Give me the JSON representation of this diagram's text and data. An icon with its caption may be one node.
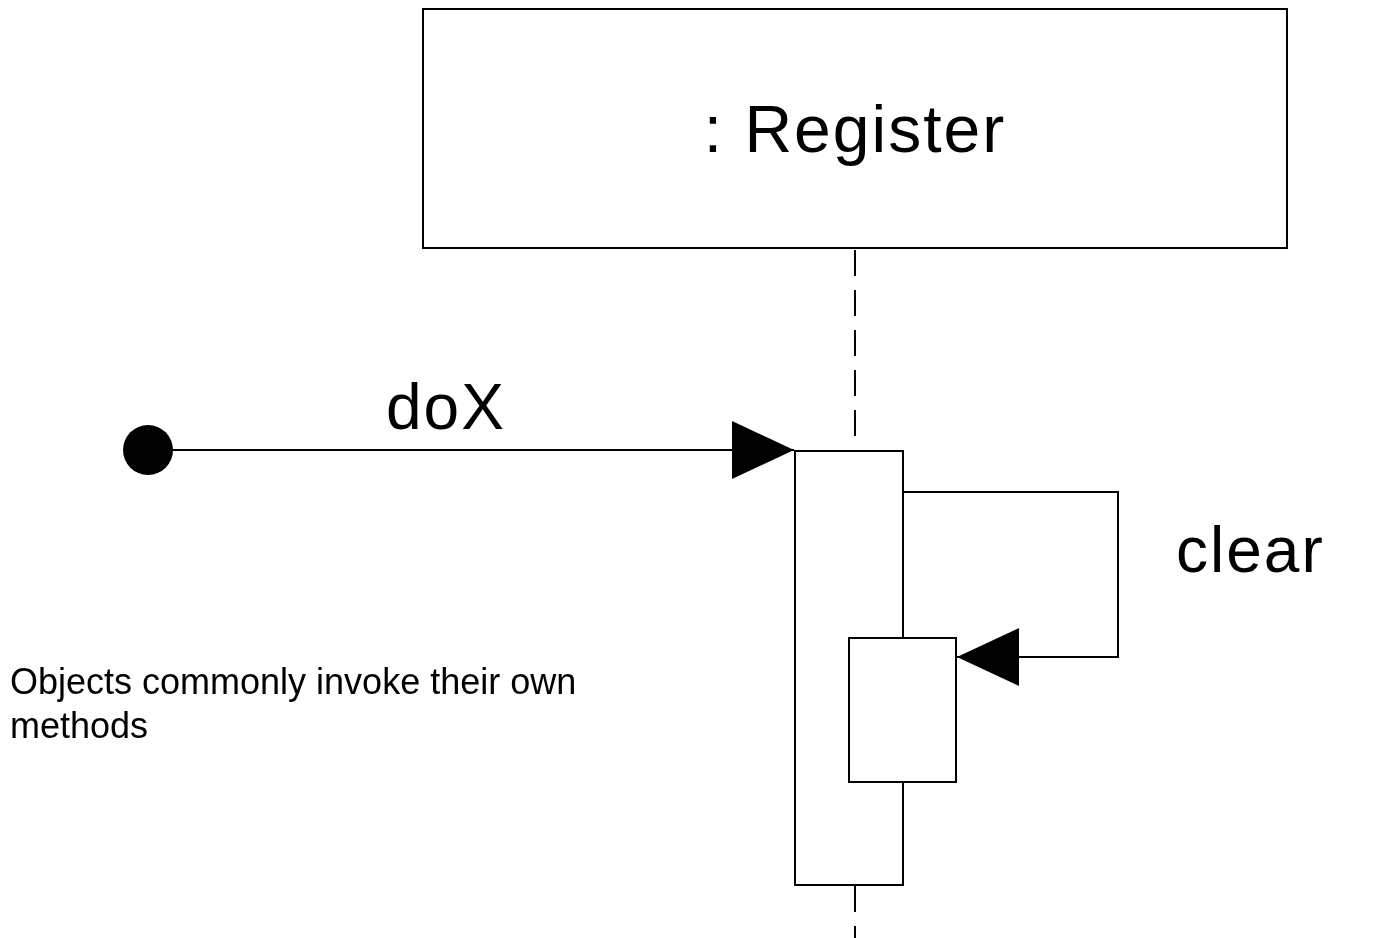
{
  "diagram": {
    "nodes": [
      {
        "text": [
          ": Register"
        ]
      },
      {
        "text": [],
        "shape": "circle"
      },
      {
        "text": [],
        "shape": "box"
      },
      {
        "text": [],
        "shape": "box"
      }
    ],
    "edges": [
      {
        "from": 1,
        "to": 2,
        "arrow": "to",
        "label": "doX"
      },
      {
        "from": 0,
        "to": 2,
        "arrow": "none",
        "style": "dashed"
      },
      {
        "from": 2,
        "to": 3,
        "arrow": "to",
        "label": "clear"
      },
      {
        "from": 2,
        "to": null,
        "arrow": "none",
        "style": "dashed"
      }
    ],
    "labels": [
      "Objects commonly invoke their own methods"
    ]
  }
}
